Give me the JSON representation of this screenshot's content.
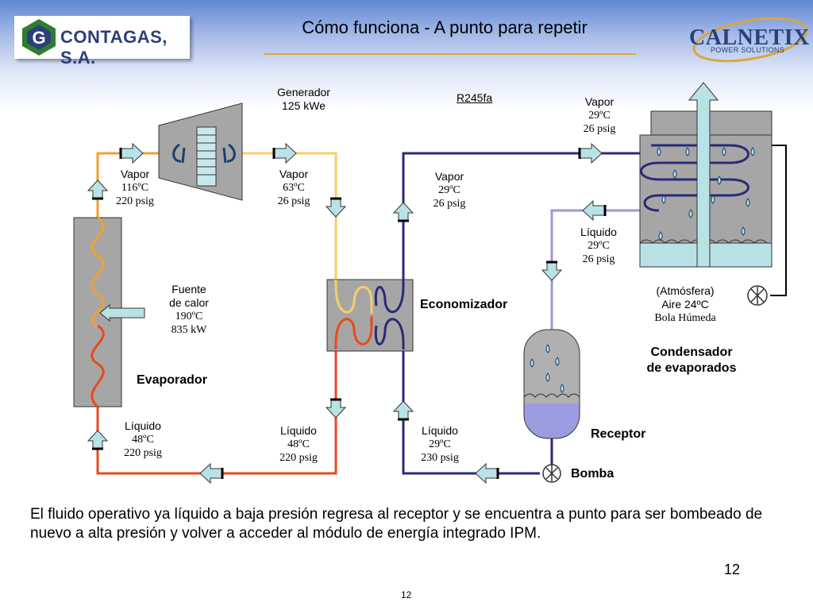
{
  "header": {
    "title": "Cómo funciona - A punto para repetir",
    "logo_left_text": "CONTAGAS, S.A.",
    "logo_right_text": "CALNETIX",
    "logo_right_sub": "POWER SOLUTIONS"
  },
  "diagram": {
    "generator": {
      "line1": "Generador",
      "line2": "125 kWe"
    },
    "refrigerant": "R245fa",
    "vapor_top_right": {
      "label": "Vapor",
      "temp": "29ºC",
      "pressure": "26 psig"
    },
    "vapor_evap_out": {
      "label": "Vapor",
      "temp": "116ºC",
      "pressure": "220 psig"
    },
    "vapor_turbine_out": {
      "label": "Vapor",
      "temp": "63ºC",
      "pressure": "26 psig"
    },
    "vapor_econ_out": {
      "label": "Vapor",
      "temp": "29ºC",
      "pressure": "26 psig"
    },
    "liquid_condenser_out": {
      "label": "Líquido",
      "temp": "29ºC",
      "pressure": "26 psig"
    },
    "heat_source": {
      "line1": "Fuente",
      "line2": "de calor",
      "temp": "190ºC",
      "power": "835 kW"
    },
    "atmosphere": {
      "line1": "(Atmósfera)",
      "line2": "Aire  24ºC",
      "line3": "Bola Húmeda"
    },
    "liquid_evap_in": {
      "label": "Líquido",
      "temp": "48ºC",
      "pressure": "220 psig"
    },
    "liquid_econ_out": {
      "label": "Líquido",
      "temp": "48ºC",
      "pressure": "220 psig"
    },
    "liquid_pump_out": {
      "label": "Líquido",
      "temp": "29ºC",
      "pressure": "230 psig"
    },
    "names": {
      "evaporator": "Evaporador",
      "economizer": "Economizador",
      "condenser_line1": "Condensador",
      "condenser_line2": "de evaporados",
      "receiver": "Receptor",
      "pump": "Bomba"
    },
    "colors": {
      "hot_vapor": "#f0a030",
      "warm_vapor": "#f7cf6a",
      "cold_vapor": "#2a2a78",
      "liquid_hot": "#e84a1c",
      "liquid_cool": "#9a9ad8",
      "arrow_fill": "#b9e2e6",
      "equipment_gray": "#a6a6a6"
    }
  },
  "description": "El fluido operativo ya líquido a baja presión regresa al receptor y se encuentra a punto para ser bombeado de nuevo a alta presión y volver a acceder al módulo de energía integrado IPM.",
  "page_number": "12",
  "page_number_footer": "12"
}
